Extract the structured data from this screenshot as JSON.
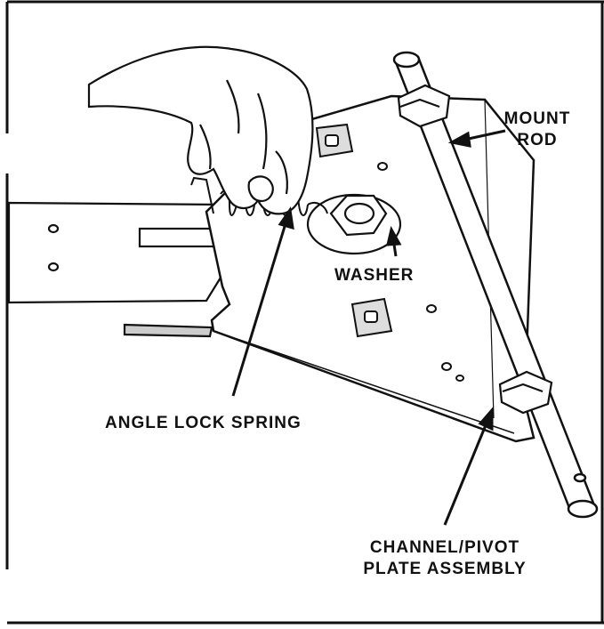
{
  "labels": {
    "mount_rod": [
      "MOUNT",
      "ROD"
    ],
    "washer": "WASHER",
    "angle_lock_spring": "ANGLE LOCK SPRING",
    "channel_pivot": [
      "CHANNEL/PIVOT",
      "PLATE ASSEMBLY"
    ]
  },
  "colors": {
    "ink": "#111111",
    "paper": "#ffffff"
  }
}
